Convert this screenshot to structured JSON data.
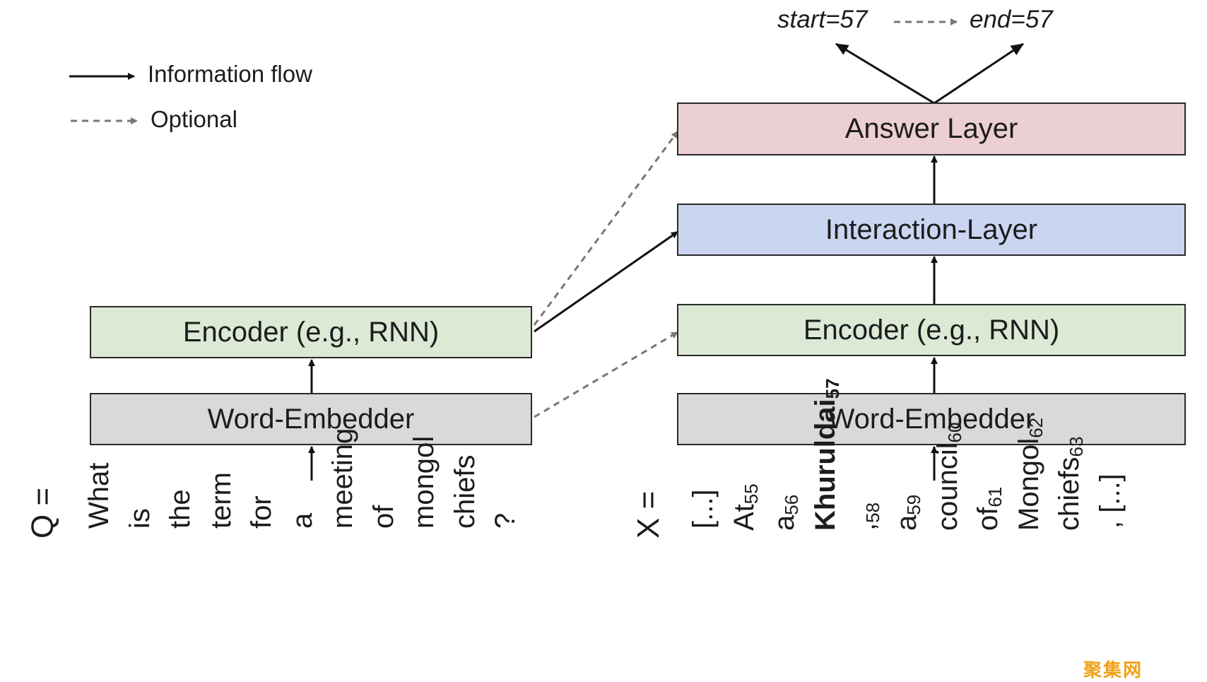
{
  "legend": {
    "solid_label": "Information flow",
    "dashed_label": "Optional"
  },
  "output": {
    "start_label": "start=57",
    "end_label": "end=57"
  },
  "question_side": {
    "encoder_label": "Encoder (e.g., RNN)",
    "embedder_label": "Word-Embedder",
    "sequence_label": "Q =",
    "tokens": [
      {
        "text": "What",
        "sub": ""
      },
      {
        "text": "is",
        "sub": ""
      },
      {
        "text": "the",
        "sub": ""
      },
      {
        "text": "term",
        "sub": ""
      },
      {
        "text": "for",
        "sub": ""
      },
      {
        "text": "a",
        "sub": ""
      },
      {
        "text": "meeting",
        "sub": ""
      },
      {
        "text": "of",
        "sub": ""
      },
      {
        "text": "mongol",
        "sub": ""
      },
      {
        "text": "chiefs",
        "sub": ""
      },
      {
        "text": "?",
        "sub": ""
      }
    ]
  },
  "context_side": {
    "answer_label": "Answer Layer",
    "interaction_label": "Interaction-Layer",
    "encoder_label": "Encoder (e.g., RNN)",
    "embedder_label": "Word-Embedder",
    "sequence_label": "X =",
    "tokens": [
      {
        "text": "[...]",
        "sub": "",
        "bold": false
      },
      {
        "text": "At",
        "sub": "55",
        "bold": false
      },
      {
        "text": "a",
        "sub": "56",
        "bold": false
      },
      {
        "text": "Khuruldai",
        "sub": "57",
        "bold": true
      },
      {
        "text": ",",
        "sub": "58",
        "bold": false
      },
      {
        "text": "a",
        "sub": "59",
        "bold": false
      },
      {
        "text": "council",
        "sub": "60",
        "bold": false
      },
      {
        "text": "of",
        "sub": "61",
        "bold": false
      },
      {
        "text": "Mongol",
        "sub": "62",
        "bold": false
      },
      {
        "text": "chiefs",
        "sub": "63",
        "bold": false
      },
      {
        "text": ", [...]",
        "sub": "",
        "bold": false
      }
    ]
  },
  "watermark": "聚集网",
  "colors": {
    "embedder": "#d9d9d9",
    "encoder": "#dbe9d5",
    "interaction": "#cad5f1",
    "answer": "#eccfd3",
    "solid_arrow": "#111111",
    "dashed_arrow": "#777777"
  }
}
